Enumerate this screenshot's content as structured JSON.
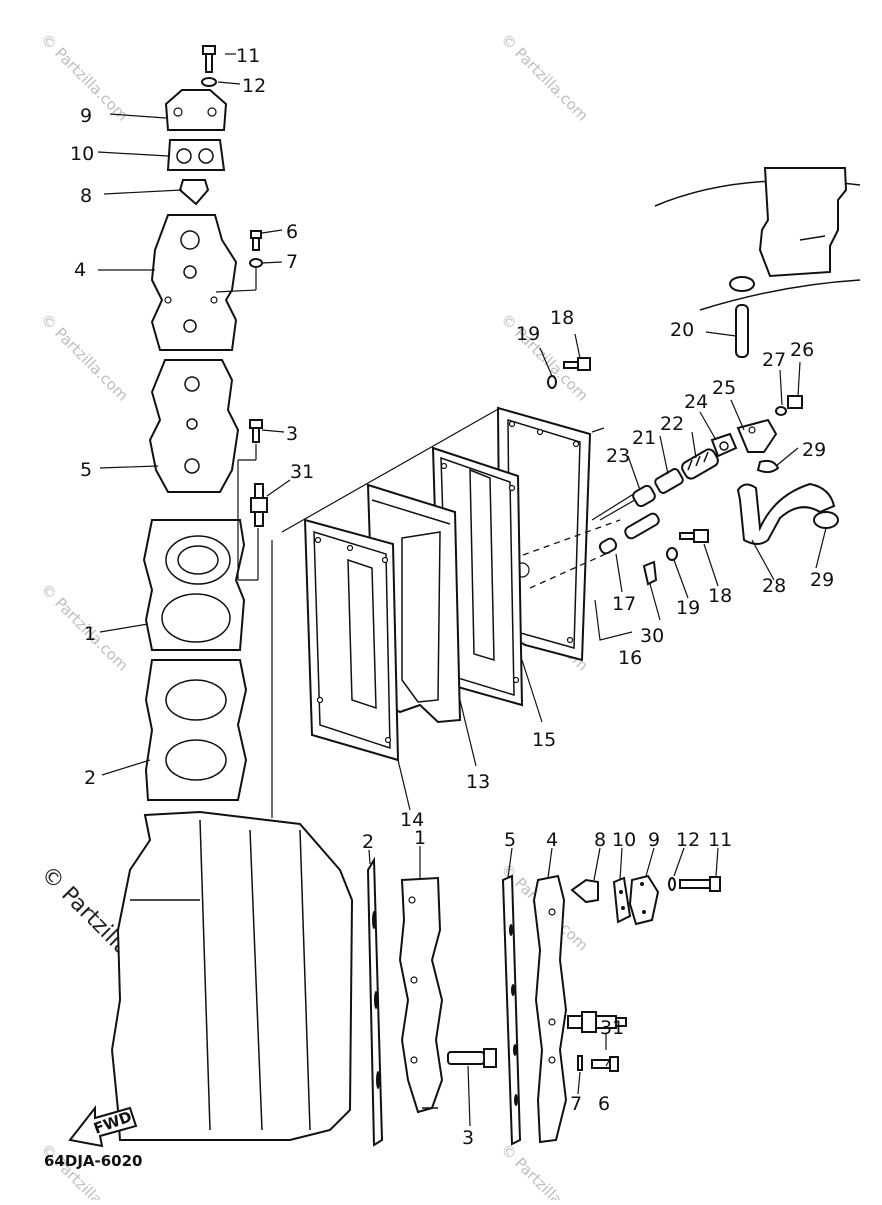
{
  "diagram": {
    "code": "64DJA-6020",
    "fwd_label": "FWD",
    "watermark": "© Partzilla.com",
    "labels": {
      "l1": "1",
      "l2": "2",
      "l3": "3",
      "l4": "4",
      "l5": "5",
      "l6": "6",
      "l7": "7",
      "l8": "8",
      "l9": "9",
      "l10": "10",
      "l11": "11",
      "l12": "12",
      "l13": "13",
      "l14": "14",
      "l15": "15",
      "l16": "16",
      "l17": "17",
      "l18a": "18",
      "l18b": "18",
      "l19a": "19",
      "l19b": "19",
      "l20": "20",
      "l21": "21",
      "l22": "22",
      "l23": "23",
      "l24": "24",
      "l25": "25",
      "l26": "26",
      "l27": "27",
      "l28": "28",
      "l29a": "29",
      "l29b": "29",
      "l30": "30",
      "l31": "31",
      "s2": "2",
      "s1": "1",
      "s3": "3",
      "s5": "5",
      "s4": "4",
      "s8": "8",
      "s10": "10",
      "s9": "9",
      "s12": "12",
      "s11": "11",
      "s31": "31",
      "s7": "7",
      "s6": "6"
    }
  }
}
